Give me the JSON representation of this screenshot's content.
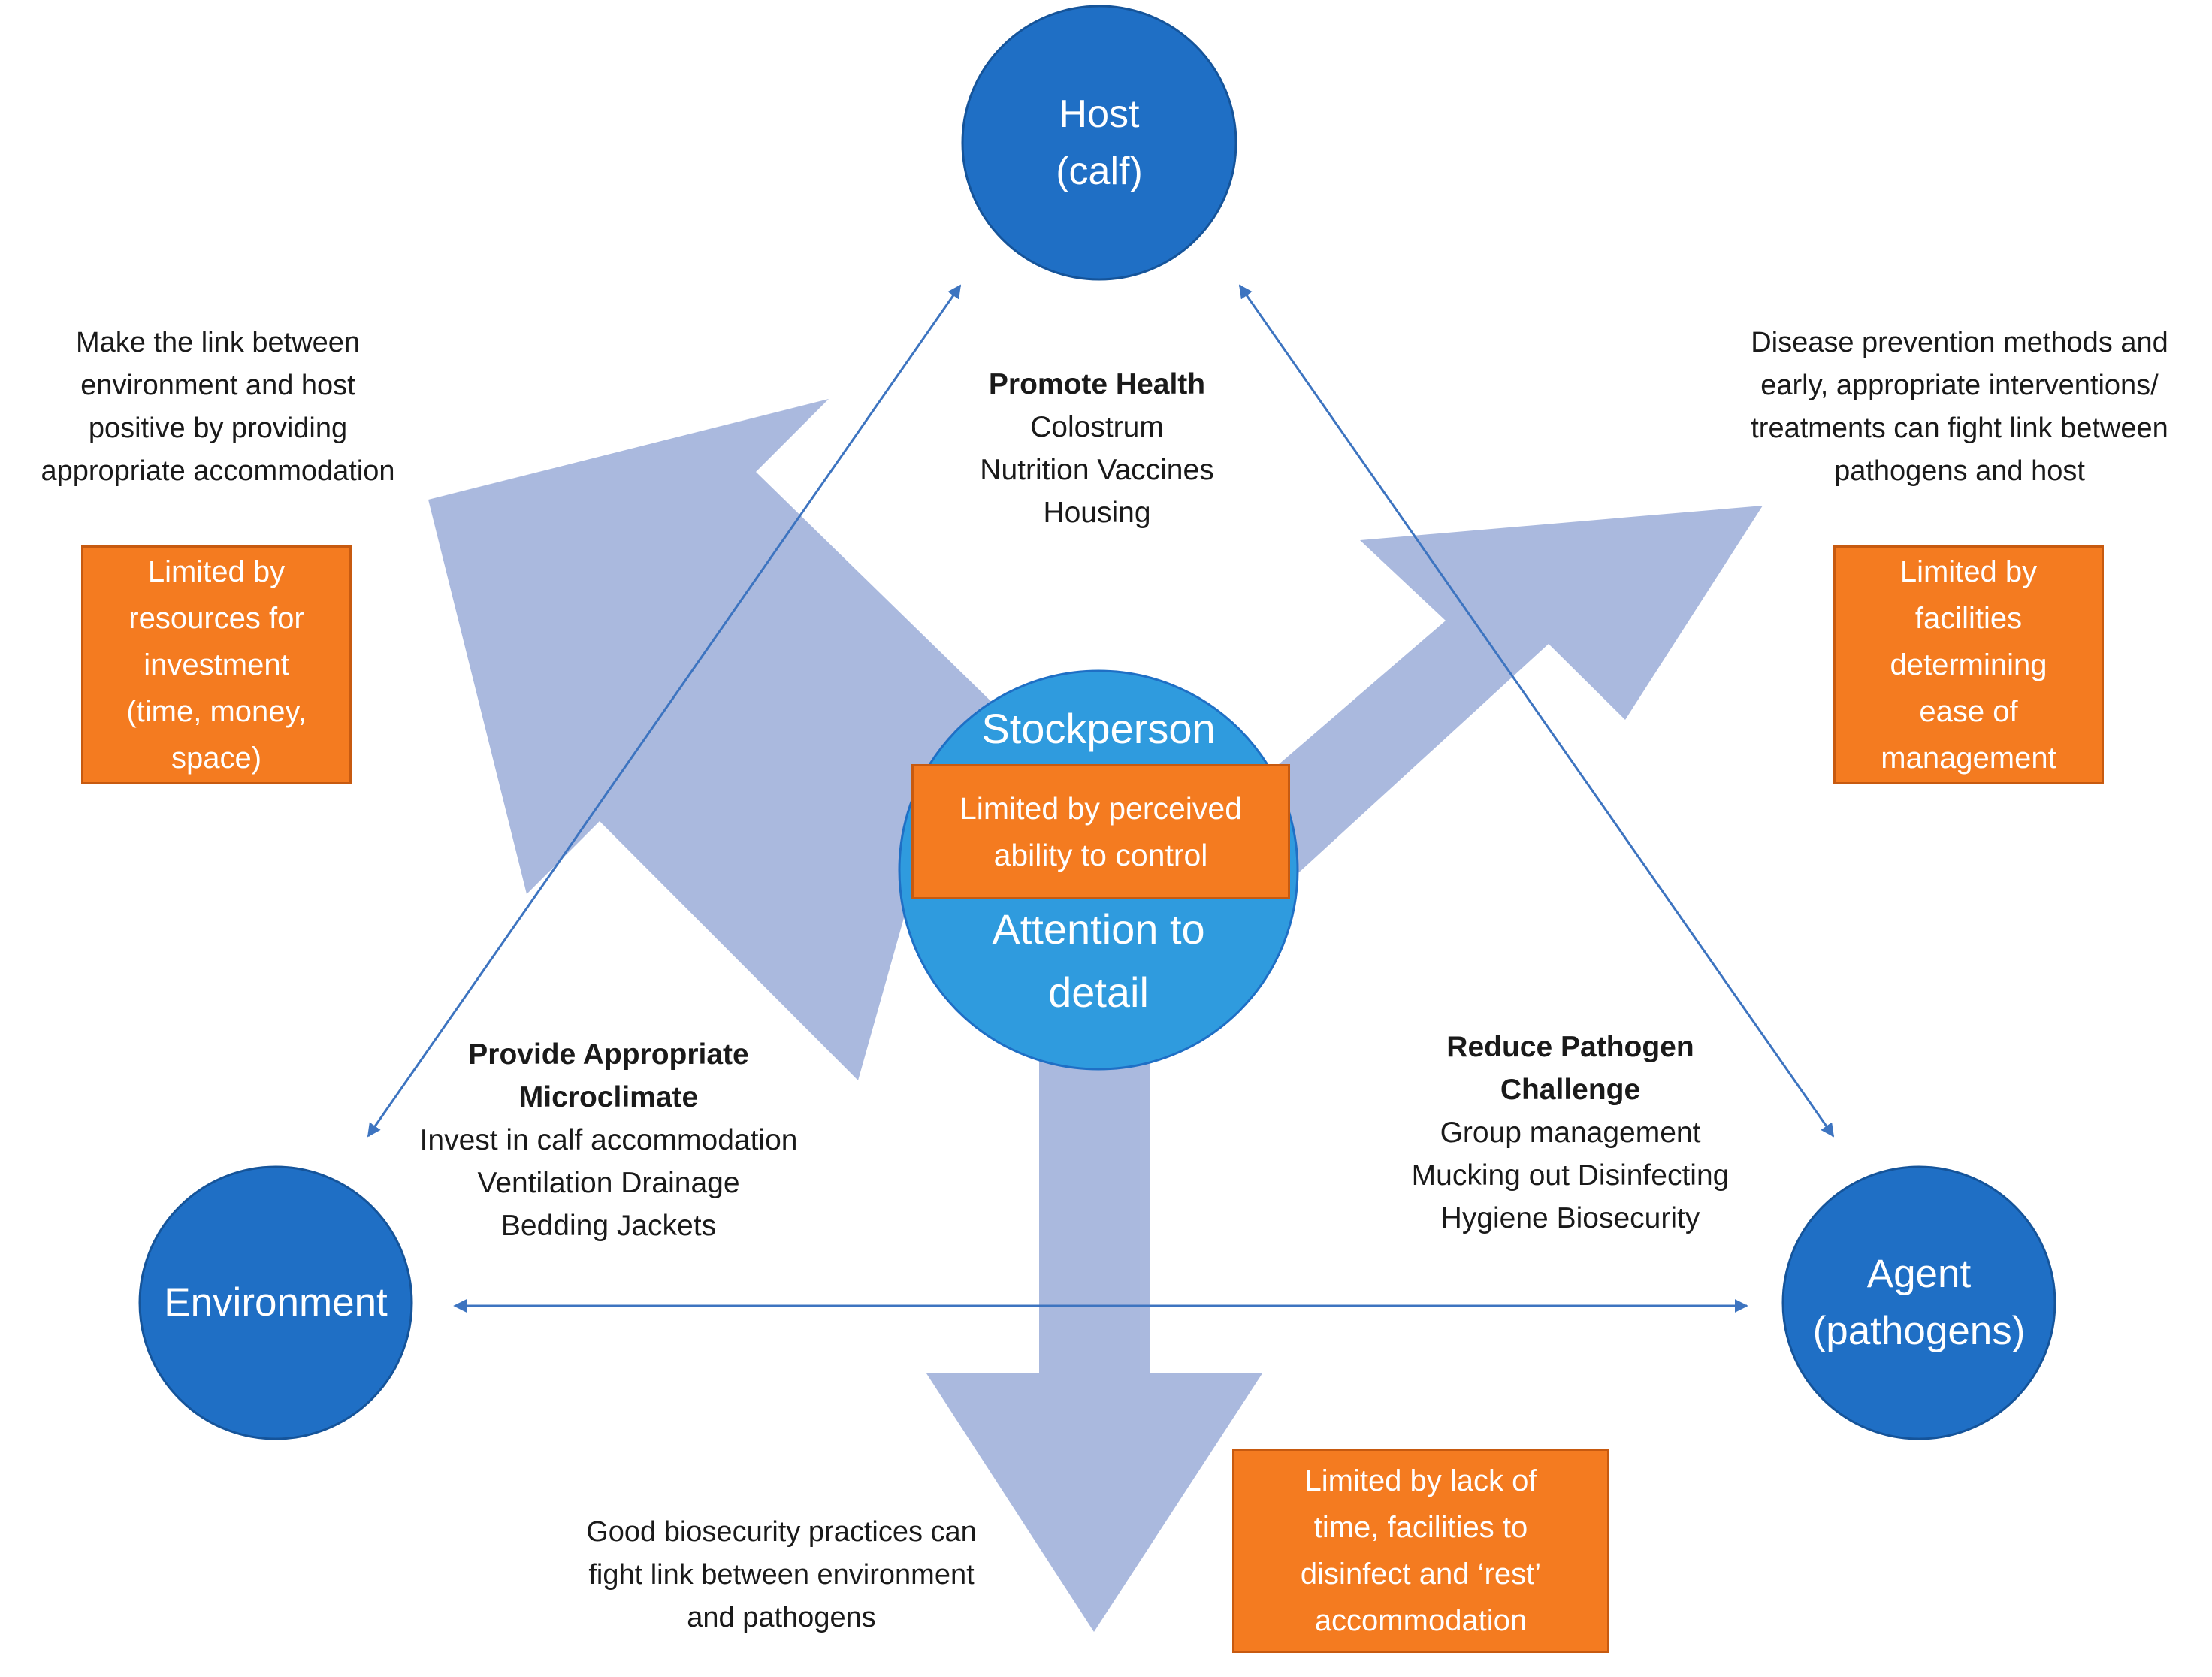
{
  "nodes": {
    "host": "Host\n(calf)",
    "environment": "Environment",
    "agent": "Agent\n(pathogens)",
    "stockperson": "Stockperson",
    "attention": "Attention to\ndetail"
  },
  "limits": {
    "center": "Limited by perceived\nability to control",
    "left": "Limited by\nresources for\ninvestment\n(time, money,\nspace)",
    "right": "Limited by\nfacilities\ndetermining\nease of\nmanagement",
    "bottom": "Limited by lack of\ntime, facilities to\ndisinfect and ‘rest’\naccommodation"
  },
  "descriptions": {
    "top_left": "Make the link between\nenvironment and host\npositive by providing\nappropriate accommodation",
    "top_right": "Disease prevention methods and\nearly, appropriate interventions/\ntreatments can fight link between\npathogens and host",
    "bottom": "Good biosecurity practices can\nfight link between environment\nand pathogens"
  },
  "actions": {
    "health": {
      "heading": "Promote Health",
      "items": "Colostrum\nNutrition   Vaccines\nHousing"
    },
    "microclimate": {
      "heading": "Provide Appropriate\nMicroclimate",
      "items": "Invest in calf accommodation\nVentilation   Drainage\nBedding   Jackets"
    },
    "pathogen": {
      "heading": "Reduce Pathogen\nChallenge",
      "items": "Group management\nMucking out    Disinfecting\nHygiene    Biosecurity"
    }
  },
  "colors": {
    "node_blue": "#1f6fc5",
    "center_blue": "#2f9bde",
    "arrow_fill": "#aab9de",
    "limit_orange": "#f47b20",
    "connector": "#3d74c0"
  }
}
